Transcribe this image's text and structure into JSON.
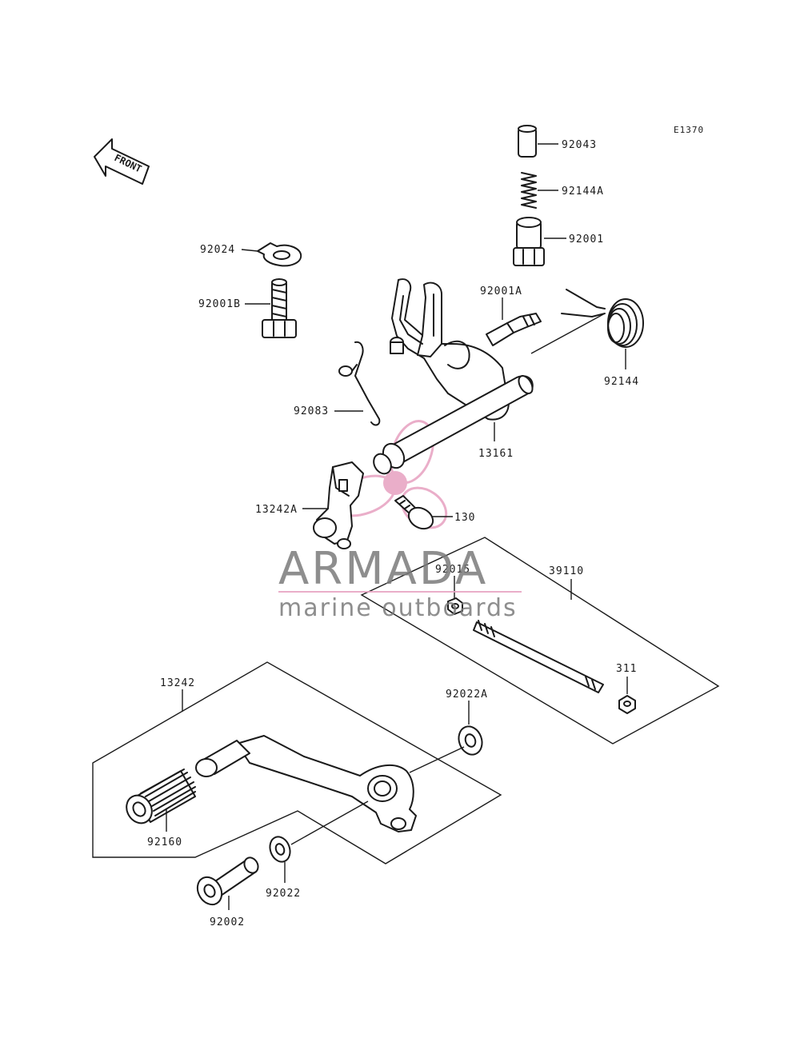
{
  "diagram_code": "E1370",
  "front_label": "FRONT",
  "parts": {
    "p92043": "92043",
    "p92144A": "92144A",
    "p92001": "92001",
    "p92024": "92024",
    "p92001B": "92001B",
    "p92001A": "92001A",
    "p92144": "92144",
    "p92083": "92083",
    "p13161": "13161",
    "p13242A": "13242A",
    "p130": "130",
    "p92015": "92015",
    "p39110": "39110",
    "p311": "311",
    "p13242": "13242",
    "p92022A": "92022A",
    "p92160": "92160",
    "p92022": "92022",
    "p92002": "92002"
  },
  "watermark": {
    "title": "ARMADA",
    "subtitle": "marine outboards",
    "title_color": "#7a7a7a",
    "accent_color": "#e8a6c4"
  }
}
